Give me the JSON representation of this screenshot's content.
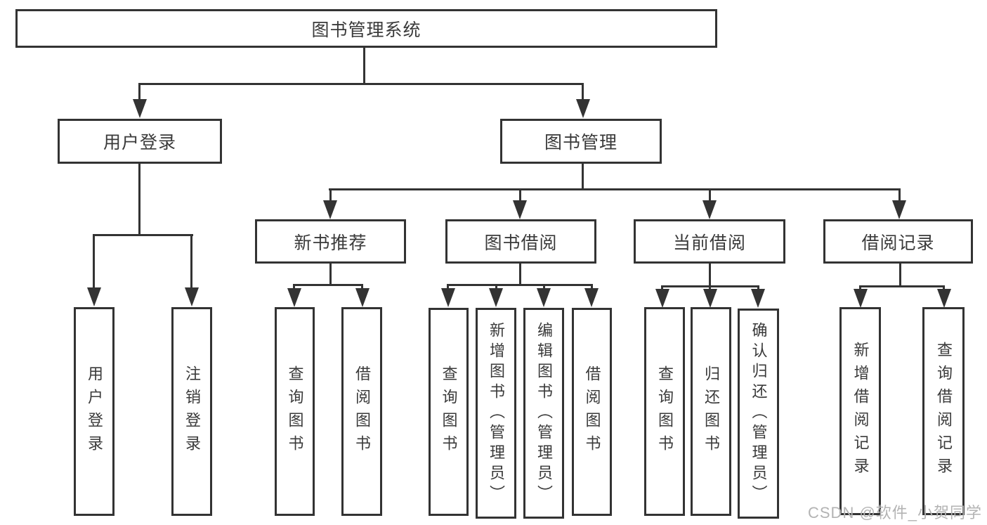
{
  "diagram_title": "图书管理系统",
  "tree": {
    "label": "图书管理系统",
    "children": [
      {
        "label": "用户登录",
        "children": [
          {
            "label": "用户登录"
          },
          {
            "label": "注销登录"
          }
        ]
      },
      {
        "label": "图书管理",
        "children": [
          {
            "label": "新书推荐",
            "children": [
              {
                "label": "查询图书"
              },
              {
                "label": "借阅图书"
              }
            ]
          },
          {
            "label": "图书借阅",
            "children": [
              {
                "label": "查询图书"
              },
              {
                "label": "新增图书（管理员）"
              },
              {
                "label": "编辑图书（管理员）"
              },
              {
                "label": "借阅图书"
              }
            ]
          },
          {
            "label": "当前借阅",
            "children": [
              {
                "label": "查询图书"
              },
              {
                "label": "归还图书"
              },
              {
                "label": "确认归还（管理员）"
              }
            ]
          },
          {
            "label": "借阅记录",
            "children": [
              {
                "label": "新增借阅记录"
              },
              {
                "label": "查询借阅记录"
              }
            ]
          }
        ]
      }
    ]
  },
  "watermark": {
    "text": "CSDN @软件_小贺同学"
  },
  "colors": {
    "line": "#333333",
    "box_border": "#333333",
    "text": "#3a3a3a",
    "background": "#ffffff",
    "watermark": "#b3b3b3"
  }
}
